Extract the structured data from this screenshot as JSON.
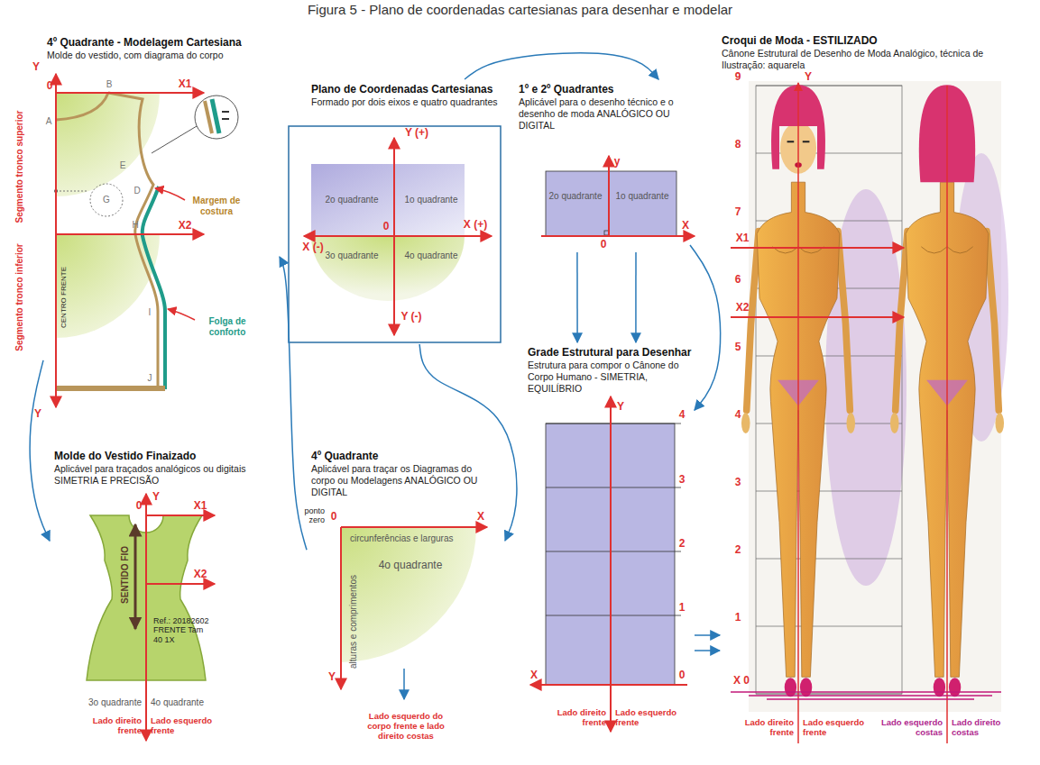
{
  "diagram": {
    "title": "Figura 5 - Plano de coordenadas cartesianas para desenhar e modelar",
    "nodes": [
      {
        "text": [
          "4º Quadrante - Modelagem Cartesiana",
          "Molde do vestido, com diagrama do corpo"
        ]
      },
      {
        "text": [
          "Plano de Coordenadas Cartesianas",
          "Formado por dois eixos e quatro quadrantes"
        ]
      },
      {
        "text": [
          "1º e 2º Quadrantes",
          "Aplicável para o desenho técnico e o desenho de moda ANALÓGICO OU DIGITAL"
        ]
      },
      {
        "text": [
          "Croqui de Moda - ESTILIZADO",
          "Cânone Estrutural de Desenho de Moda Analógico, técnica de Ilustração: aquarela"
        ]
      },
      {
        "text": [
          "Molde do Vestido Finaizado",
          "Aplicável para traçados analógicos ou digitais SIMETRIA E PRECISÃO"
        ]
      },
      {
        "text": [
          "4º Quadrante",
          "Aplicável para traçar os Diagramas do corpo ou Modelagens ANALÓGICO OU DIGITAL"
        ]
      },
      {
        "text": [
          "Grade Estrutural para Desenhar",
          "Estrutura para compor o Cânone do Corpo Humano - SIMETRIA, EQUILÍBRIO"
        ]
      }
    ],
    "edges": [
      {
        "from": 1,
        "to": 2,
        "arrow": "to"
      },
      {
        "from": 1,
        "to": 5,
        "arrow": "to"
      },
      {
        "from": 5,
        "to": 0,
        "arrow": "to"
      },
      {
        "from": 0,
        "to": 4,
        "arrow": "to"
      },
      {
        "from": 2,
        "to": 6,
        "arrow": "to"
      },
      {
        "from": 2,
        "to": 6,
        "arrow": "to"
      },
      {
        "from": 2,
        "to": 6,
        "arrow": "to"
      },
      {
        "from": 6,
        "to": 3,
        "arrow": "to"
      },
      {
        "from": 6,
        "to": 3,
        "arrow": "to"
      }
    ],
    "labels": [
      "Y",
      "0",
      "B",
      "X1",
      "A",
      "E",
      "D",
      "G",
      "Segmento tronco superior",
      "Margem de costura",
      "H",
      "X2",
      "Segmento tronco inferior",
      "CENTRO FRENTE",
      "I",
      "Folga de conforto",
      "J",
      "Y",
      "0",
      "Y",
      "X1",
      "SENTIDO FIO",
      "X2",
      "Ref.: 20182602 FRENTE Tam 40 1X",
      "3o quadrante",
      "4o quadrante",
      "Lado direito frente",
      "Lado esquerdo frente",
      "Y (+)",
      "2o quadrante",
      "1o quadrante",
      "X (-)",
      "0",
      "X (+)",
      "3o quadrante",
      "4o quadrante",
      "Y (-)",
      "y",
      "2o quadrante",
      "1o quadrante",
      "X",
      "0",
      "Y",
      "9",
      "8",
      "7",
      "X1",
      "6",
      "X2",
      "5",
      "4",
      "3",
      "2",
      "1",
      "X 0",
      "Lado direito frente",
      "Lado esquerdo frente",
      "Lado esquerdo costas",
      "Lado direito costas",
      "ponto zero",
      "0",
      "X",
      "circunferências e larguras",
      "4o quadrante",
      "alturas e comprimentos",
      "Y",
      "Lado esquerdo do corpo frente e lado direito costas",
      "Y",
      "4",
      "3",
      "2",
      "1",
      "0",
      "X",
      "Lado direito frente",
      "Lado esquerdo frente"
    ]
  }
}
